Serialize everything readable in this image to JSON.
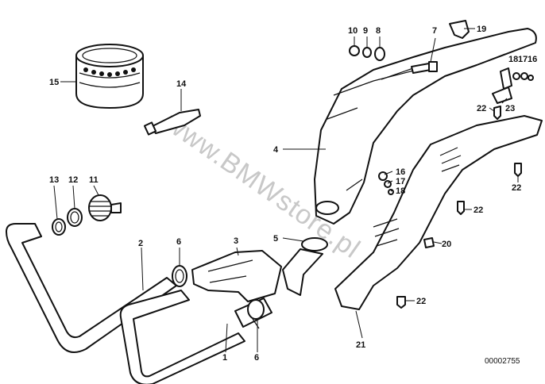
{
  "watermark": "www.BMWstore.pl",
  "drawing_code": "00002755",
  "callouts": {
    "c1": "1",
    "c2": "2",
    "c3": "3",
    "c4": "4",
    "c5": "5",
    "c6a": "6",
    "c6b": "6",
    "c7": "7",
    "c8": "8",
    "c9": "9",
    "c10": "10",
    "c11": "11",
    "c12": "12",
    "c13": "13",
    "c14": "14",
    "c15": "15",
    "c16a": "16",
    "c16b": "16",
    "c17a": "17",
    "c17b": "17",
    "c18a": "18",
    "c18b": "18",
    "c19": "19",
    "c20": "20",
    "c21": "21",
    "c22a": "22",
    "c22b": "22",
    "c22c": "22",
    "c22d": "22",
    "c23": "23"
  }
}
